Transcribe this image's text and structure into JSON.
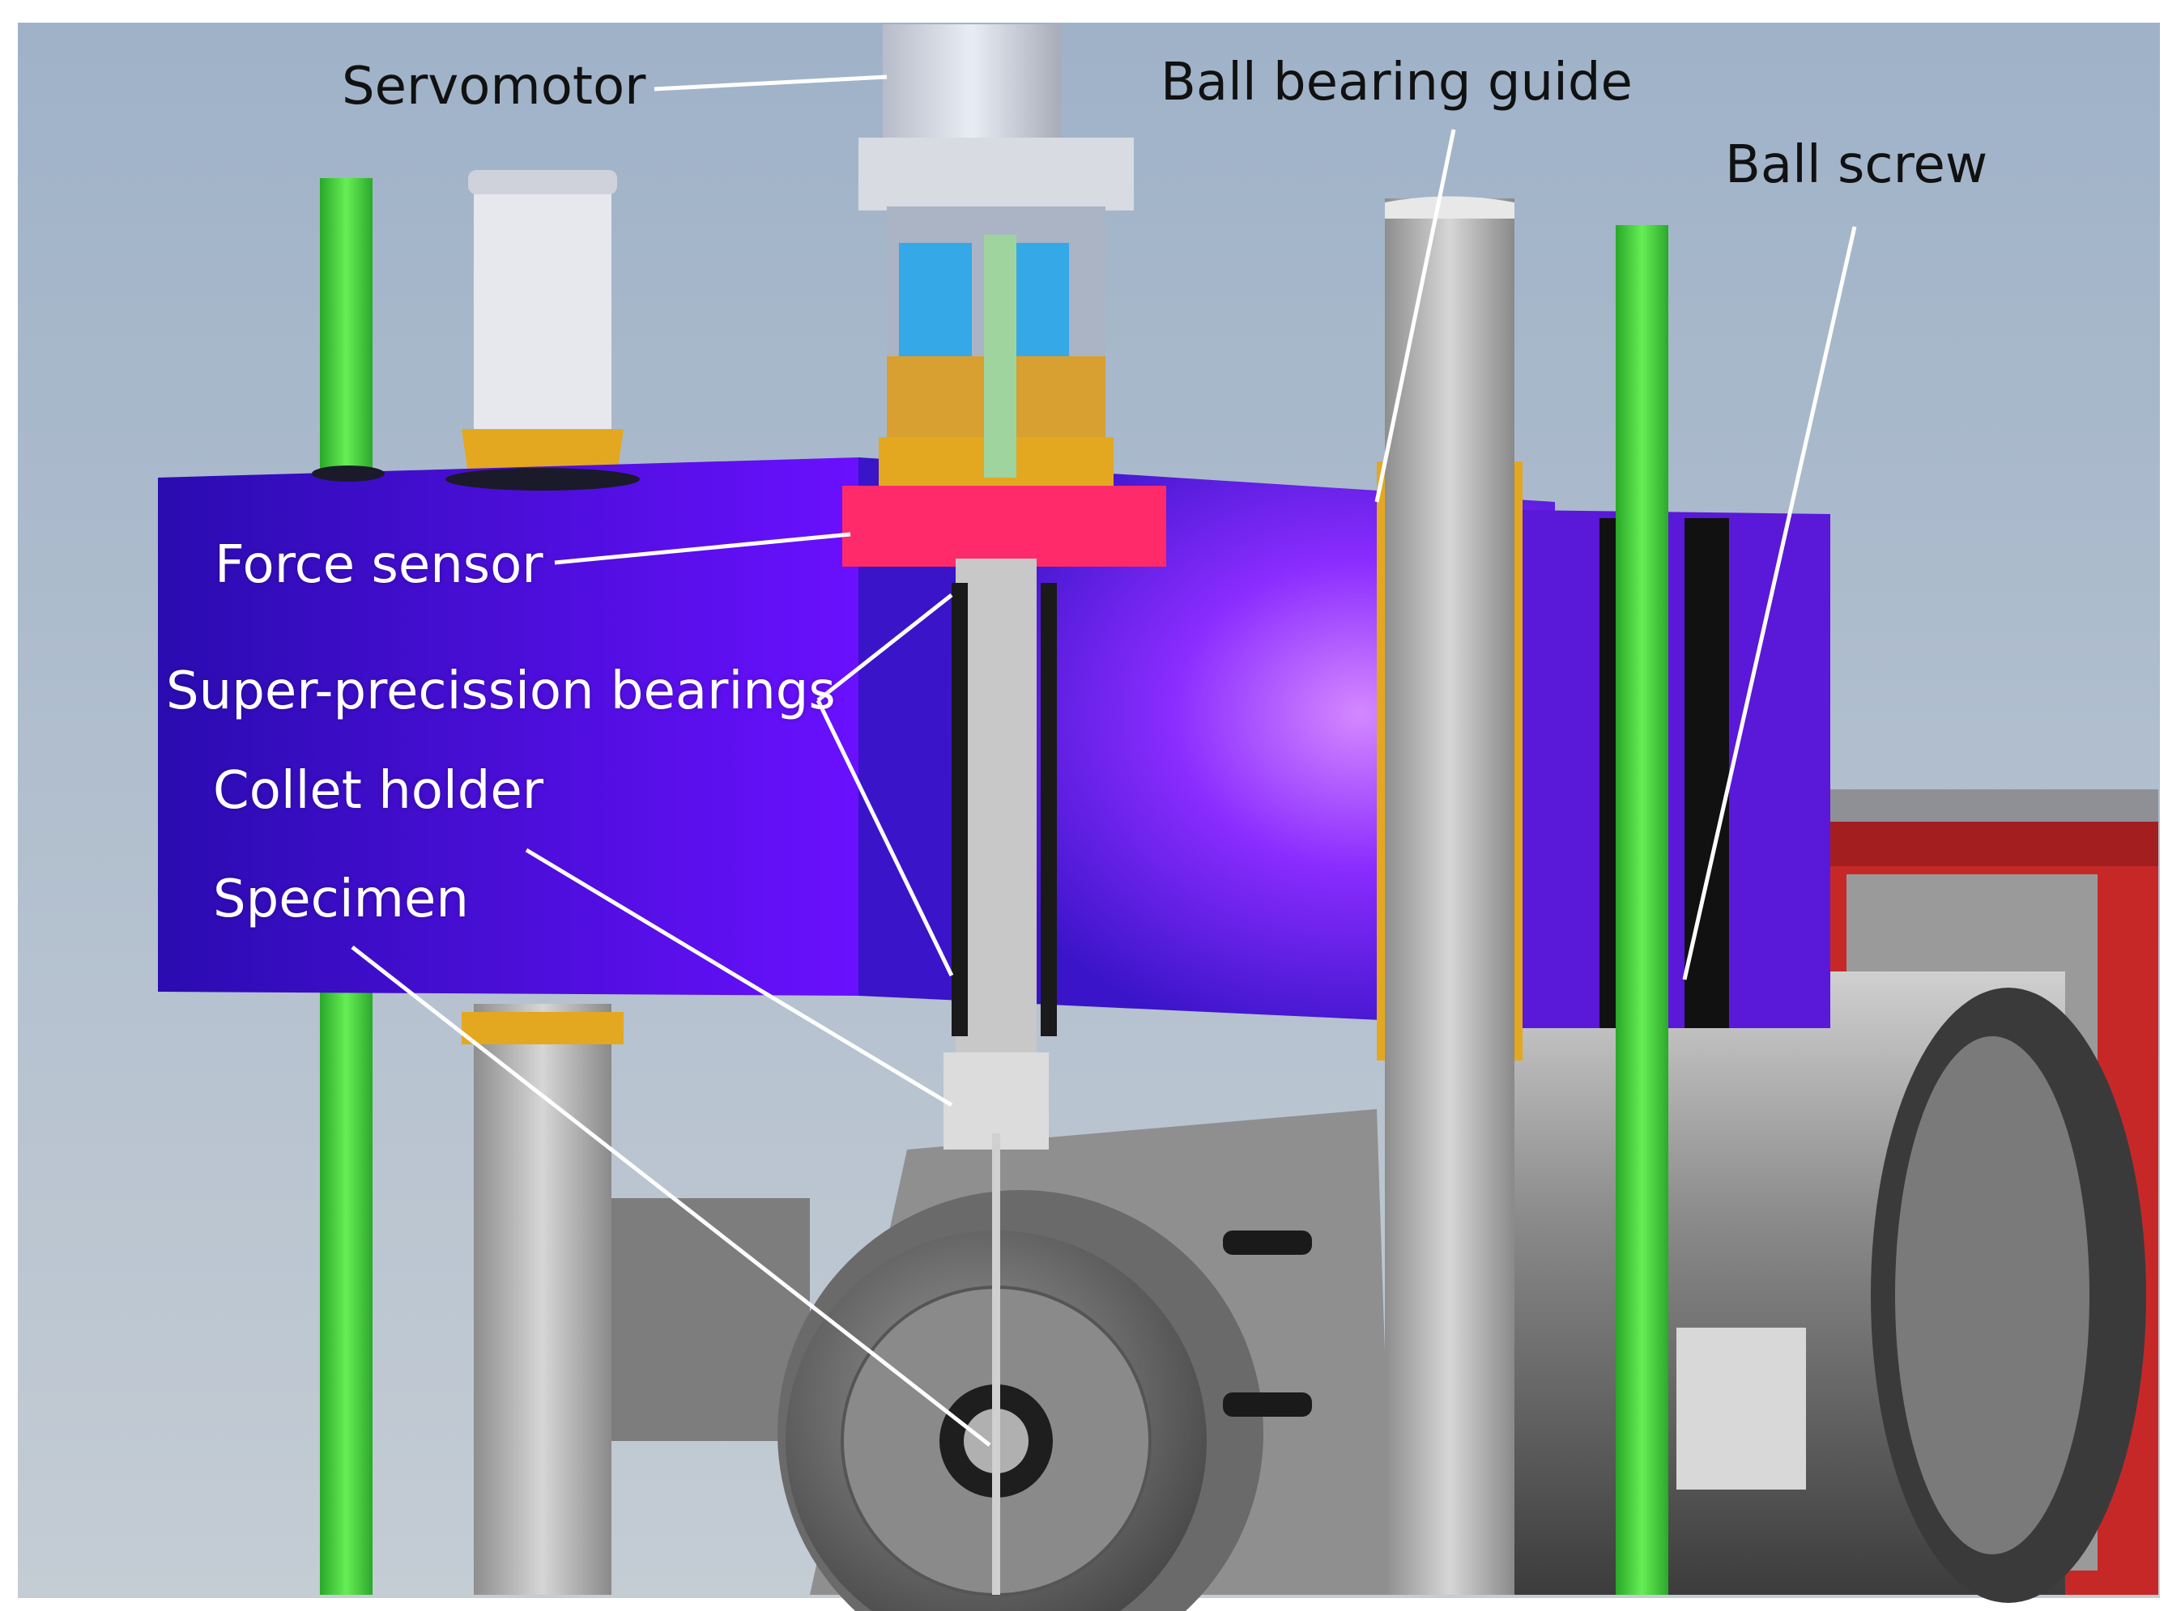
{
  "labels": {
    "servomotor": "Servomotor",
    "ball_bearing_guide": "Ball bearing guide",
    "ball_screw": "Ball screw",
    "force_sensor": "Force sensor",
    "super_precision_bearings": "Super-precission bearings",
    "collet_holder": "Collet holder",
    "specimen": "Specimen"
  },
  "colors": {
    "crosshead": "#5a10f0",
    "green_rods": "#3bd43b",
    "force_sensor": "#ff2a6a",
    "brass": "#d8a030",
    "steel": "#b8b8b8",
    "red_housing": "#c62828",
    "background": "#a8b8cc"
  }
}
